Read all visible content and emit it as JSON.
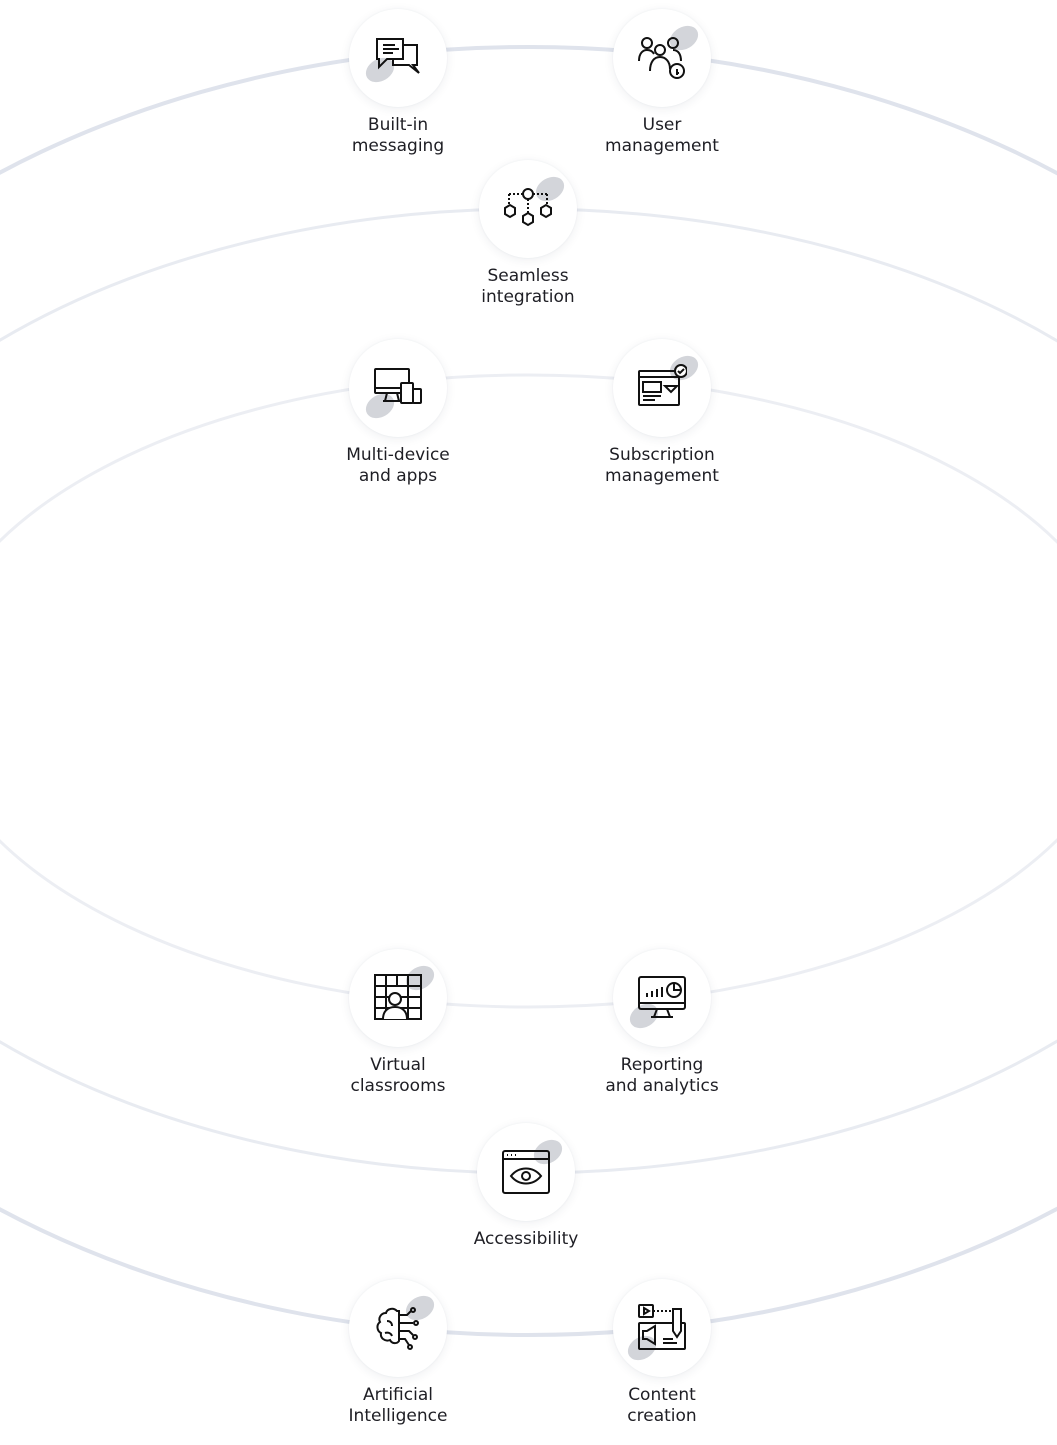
{
  "colors": {
    "arc": "#e2e5ee",
    "text": "#1e1e24",
    "blob": "#d3d5da",
    "icon": "#111111"
  },
  "features": [
    {
      "id": "messaging",
      "icon": "chat-bubbles-icon",
      "lines": [
        "Built-in",
        "messaging"
      ]
    },
    {
      "id": "user",
      "icon": "users-key-icon",
      "lines": [
        "User",
        "management"
      ]
    },
    {
      "id": "integration",
      "icon": "integration-network-icon",
      "lines": [
        "Seamless",
        "integration"
      ]
    },
    {
      "id": "multidevice",
      "icon": "devices-icon",
      "lines": [
        "Multi-device",
        "and apps"
      ]
    },
    {
      "id": "subscription",
      "icon": "subscription-browser-icon",
      "lines": [
        "Subscription",
        "management"
      ]
    },
    {
      "id": "virtual",
      "icon": "video-grid-icon",
      "lines": [
        "Virtual",
        "classrooms"
      ]
    },
    {
      "id": "reporting",
      "icon": "analytics-monitor-icon",
      "lines": [
        "Reporting",
        "and analytics"
      ]
    },
    {
      "id": "accessibility",
      "icon": "eye-browser-icon",
      "lines": [
        "Accessibility"
      ]
    },
    {
      "id": "ai",
      "icon": "brain-circuit-icon",
      "lines": [
        "Artificial",
        "Intelligence"
      ]
    },
    {
      "id": "content",
      "icon": "content-creation-icon",
      "lines": [
        "Content",
        "creation"
      ]
    }
  ]
}
